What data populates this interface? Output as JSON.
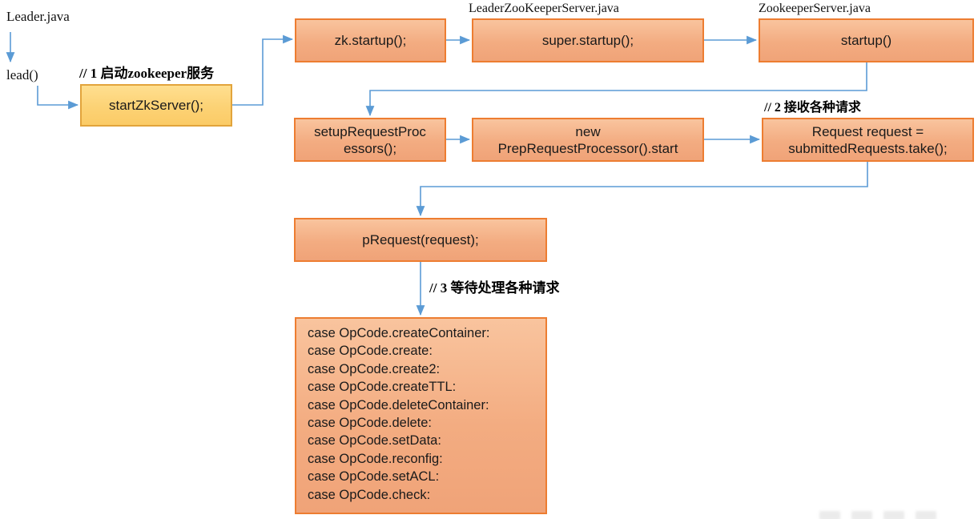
{
  "colors": {
    "arrow": "#5B9BD5",
    "orange_box_fill_top": "#F9C49E",
    "orange_box_fill_bottom": "#F0A378",
    "orange_box_border": "#ED7D31",
    "yellow_box_fill_top": "#FFDF8F",
    "yellow_box_fill_bottom": "#FBCB66",
    "yellow_box_border": "#E2A43C",
    "text": "#1A1A1A"
  },
  "labels": {
    "leader_java": "Leader.java",
    "lead": "lead()",
    "leader_zookeeper_server_java": "LeaderZooKeeperServer.java",
    "zookeeper_server_java": "ZookeeperServer.java"
  },
  "comments": {
    "c1": "// 1 启动zookeeper服务",
    "c2": "// 2 接收各种请求",
    "c3": "// 3 等待处理各种请求"
  },
  "boxes": {
    "start_zk_server": "startZkServer();",
    "zk_startup": "zk.startup();",
    "super_startup": "super.startup();",
    "startup": "startup()",
    "setup_request_processors_line1": "setupRequestProc",
    "setup_request_processors_line2": "essors();",
    "prep_line1": "new",
    "prep_line2": "PrepRequestProcessor().start",
    "request_line1": "Request request =",
    "request_line2": "submittedRequests.take();",
    "p_request": "pRequest(request);"
  },
  "case_box": {
    "lines": [
      "case OpCode.createContainer:",
      "case OpCode.create:",
      "case OpCode.create2:",
      "case OpCode.createTTL:",
      "case OpCode.deleteContainer:",
      "case OpCode.delete:",
      "case OpCode.setData:",
      "case OpCode.reconfig:",
      "case OpCode.setACL:",
      "case OpCode.check:"
    ]
  }
}
